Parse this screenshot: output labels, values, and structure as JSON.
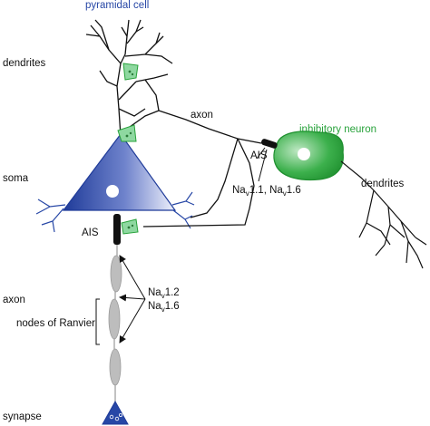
{
  "colors": {
    "pyramidal_blue": "#2747a6",
    "pyramidal_light": "#eef1fb",
    "inhibitory_green": "#27a23a",
    "synapse_green": "#8ed8a0",
    "axon_black": "#111111",
    "node_gray": "#bdbdbd"
  },
  "labels": {
    "pyramidal_cell": "pyramidal cell",
    "dendrites_left": "dendrites",
    "soma": "soma",
    "axon_top": "axon",
    "ais_left": "AIS",
    "axon_left": "axon",
    "nodes_of_ranvier": "nodes of Ranvier",
    "synapse": "synapse",
    "inhibitory_neuron": "inhibitory neuron",
    "ais_right": "AIS",
    "dendrites_right": "dendrites"
  },
  "channels": {
    "inhibitory": [
      {
        "base": "Na",
        "sub": "v",
        "num": "1.1"
      },
      {
        "sep": ", "
      },
      {
        "base": "Na",
        "sub": "v",
        "num": "1.6"
      }
    ],
    "nodes_line1": {
      "base": "Na",
      "sub": "v",
      "num": "1.2"
    },
    "nodes_line2": {
      "base": "Na",
      "sub": "v",
      "num": "1.6"
    }
  }
}
